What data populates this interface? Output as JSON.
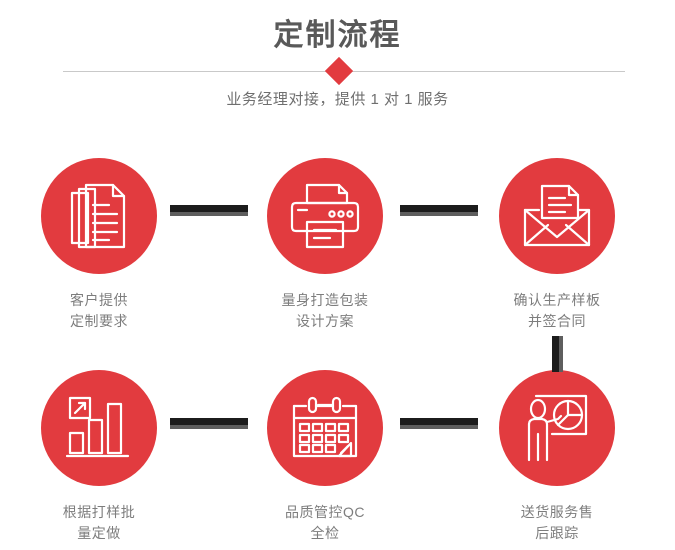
{
  "header": {
    "title": "定制流程",
    "subtitle": "业务经理对接，提供 1 对 1 服务",
    "accent_color": "#e23b3f",
    "title_color": "#595959",
    "divider_color": "#c9c9c9"
  },
  "flow": {
    "circle_color": "#e23b3f",
    "icon_color": "#ffffff",
    "label_color": "#7d7d7d",
    "connector_color": "#1c1c1c",
    "connector_shadow_color": "#5e5e5e",
    "steps": [
      {
        "index": "1",
        "icon": "documents-stack-icon",
        "label": "客户提供\n定制要求"
      },
      {
        "index": "2",
        "icon": "printer-icon",
        "label": "量身打造包装\n设计方案"
      },
      {
        "index": "3",
        "icon": "envelope-letter-icon",
        "label": "确认生产样板\n并签合同"
      },
      {
        "index": "4",
        "icon": "bar-chart-growth-icon",
        "label": "根据打样批\n量定做"
      },
      {
        "index": "5",
        "icon": "calendar-check-icon",
        "label": "品质管控QC\n全检"
      },
      {
        "index": "6",
        "icon": "presenter-pie-chart-icon",
        "label": "送货服务售\n后跟踪"
      }
    ],
    "connectors": [
      {
        "name": "connector-step1-step2",
        "direction": "horizontal"
      },
      {
        "name": "connector-step2-step3",
        "direction": "horizontal"
      },
      {
        "name": "connector-step3-step6",
        "direction": "vertical"
      },
      {
        "name": "connector-step4-step5",
        "direction": "horizontal"
      },
      {
        "name": "connector-step5-step6",
        "direction": "horizontal"
      }
    ]
  }
}
